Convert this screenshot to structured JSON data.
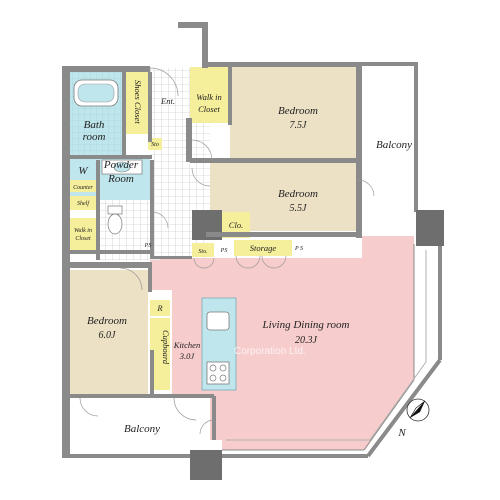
{
  "rooms": {
    "bedroom_main": {
      "name": "Bedroom",
      "size": "7.5J"
    },
    "bedroom_mid": {
      "name": "Bedroom",
      "size": "5.5J"
    },
    "bedroom_left": {
      "name": "Bedroom",
      "size": "6.0J"
    },
    "living": {
      "name": "Living Dining room",
      "size": "20.3J"
    },
    "kitchen": {
      "name": "Kitchen",
      "size": "3.0J"
    },
    "bath": {
      "line1": "Bath",
      "line2": "room"
    },
    "powder": {
      "line1": "Powder",
      "line2": "Room"
    },
    "walkin_top": {
      "line1": "Walk in",
      "line2": "Closet"
    },
    "walkin_left": {
      "line1": "Walk in",
      "line2": "Closet"
    },
    "shoes": "Shoes Closet",
    "entrance": "Ent.",
    "closet": "Clo.",
    "storage": "Storage",
    "sto_small": "Sto.",
    "sto_tiny": "Sto",
    "ps1": "PS",
    "ps2": "PS",
    "ps3": "P S",
    "cupboard": "Cupboard",
    "refrigerator": "R",
    "washer": "W",
    "counter": "Counter",
    "shelf": "Shelf",
    "balcony_right": "Balcony",
    "balcony_bottom": "Balcony"
  },
  "watermark": "Corporation Ltd.",
  "compass": {
    "label": "N"
  },
  "colors": {
    "bedroom": "#ede1c5",
    "living": "#f7cccc",
    "bath": "#bfe6ec",
    "closet": "#f5ee9a",
    "tile": "#ffffff",
    "wall": "#8a8a8a",
    "balcony": "#ffffff"
  }
}
